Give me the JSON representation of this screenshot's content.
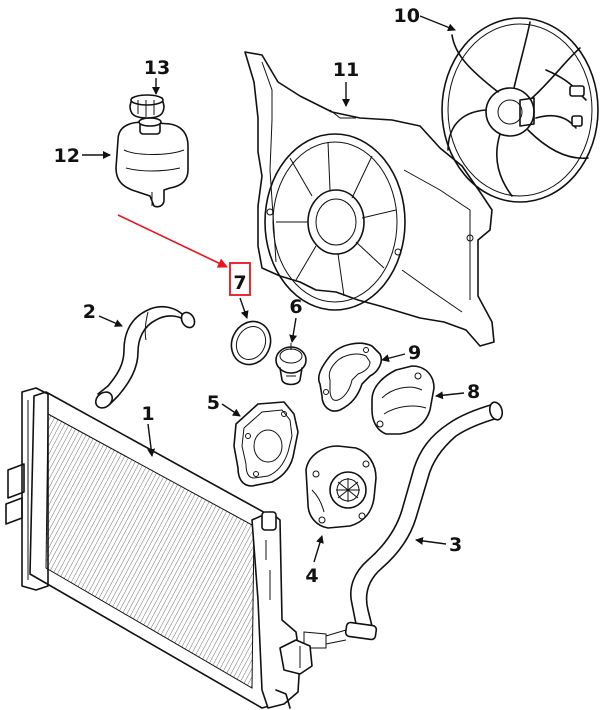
{
  "callouts": {
    "c1": "1",
    "c2": "2",
    "c3": "3",
    "c4": "4",
    "c5": "5",
    "c6": "6",
    "c7": "7",
    "c8": "8",
    "c9": "9",
    "c10": "10",
    "c11": "11",
    "c12": "12",
    "c13": "13"
  },
  "highlight": {
    "color": "#e8141e",
    "target_callout": "7"
  },
  "line_color": "#111111",
  "background": "#ffffff"
}
